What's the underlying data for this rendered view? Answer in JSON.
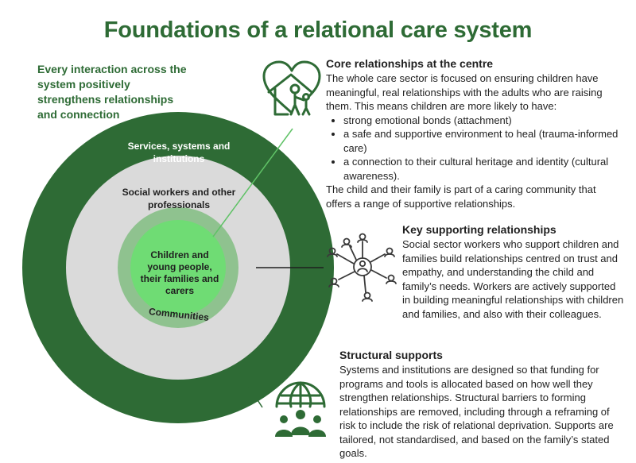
{
  "title": "Foundations of a relational care system",
  "tagline": "Every interaction across the system positively strengthens relationships and connection",
  "rings": {
    "outer": "Services, systems and institutions",
    "middle": "Social workers and other professionals",
    "community": "Communities",
    "core": "Children and young people, their families and carers"
  },
  "sections": {
    "core": {
      "heading": "Core relationships at the centre",
      "intro": "The whole care sector is focused on ensuring children have meaningful, real relationships with the adults who are raising them. This means children are more likely to have:",
      "bullets": [
        "strong emotional bonds (attachment)",
        "a safe and supportive environment to heal (trauma-informed care)",
        "a connection to their cultural heritage and identity (cultural awareness)."
      ],
      "outro": "The child and their family is part of a caring community that offers a range of supportive relationships."
    },
    "supporting": {
      "heading": "Key supporting relationships",
      "body": "Social sector workers who support children and families build relationships centred on trust and empathy, and understanding the child and family’s needs. Workers are actively supported in building meaningful relationships with children and families, and also with their colleagues."
    },
    "structural": {
      "heading": "Structural supports",
      "body": "Systems and institutions are designed so that funding for programs and tools is allocated based on how well they strengthen relationships. Structural barriers to forming relationships are removed, including through a reframing of risk to include the risk of relational deprivation. Supports are tailored, not standardised, and based on the family’s stated goals."
    }
  },
  "colors": {
    "dark_green": "#2e6b35",
    "grey": "#dadada",
    "community_green": "#8fc28f",
    "core_green": "#6fdc74"
  },
  "icons": [
    "heart-house-family-icon",
    "network-people-icon",
    "globe-community-icon"
  ]
}
